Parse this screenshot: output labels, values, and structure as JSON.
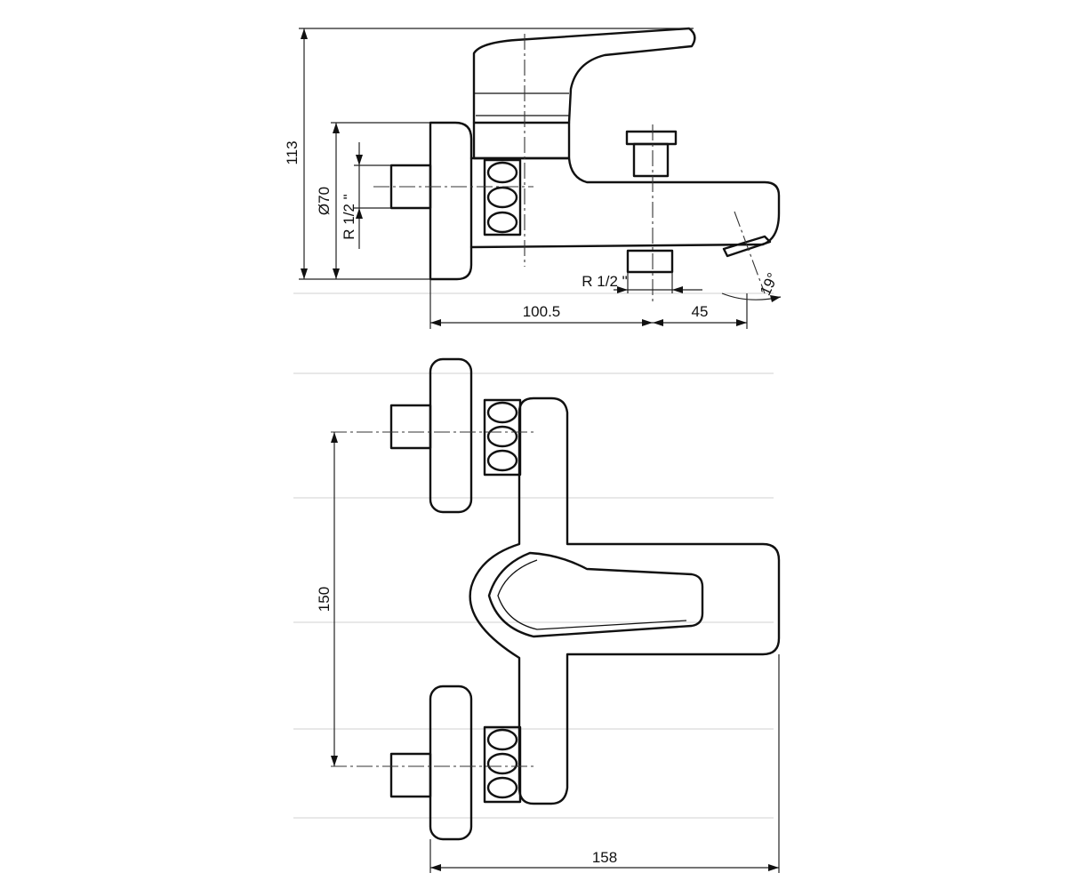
{
  "side_view": {
    "dim_height": "113",
    "dim_diameter": "Ø70",
    "dim_thread_inlet": "R 1/2 \"",
    "dim_thread_outlet": "R 1/2 \"",
    "dim_projection": "100.5",
    "dim_spout": "45",
    "dim_angle": "19°"
  },
  "top_view": {
    "dim_centers": "150",
    "dim_depth": "158"
  },
  "colors": {
    "line": "#111111",
    "background": "#ffffff"
  }
}
